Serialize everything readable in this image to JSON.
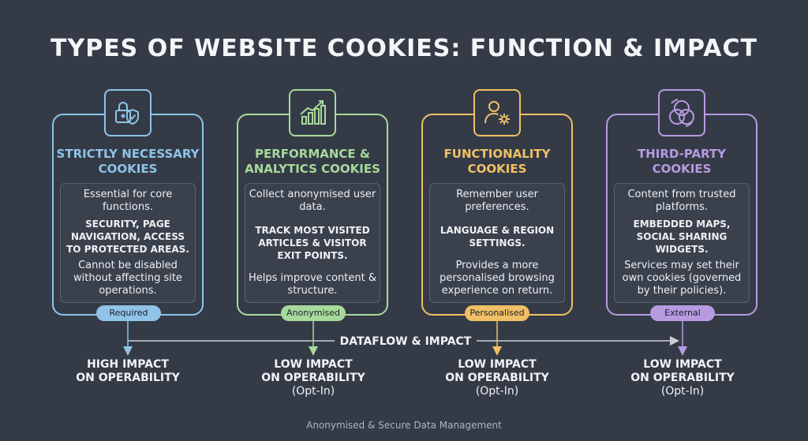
{
  "title": "TYPES OF WEBSITE COOKIES: FUNCTION & IMPACT",
  "dataflow_label": "DATAFLOW & IMPACT",
  "footer": "Anonymised & Secure Data Management",
  "colors": {
    "background": "#343b47",
    "strictly_necessary": "#8fc3e8",
    "performance": "#a7d99b",
    "functionality": "#f0c064",
    "third_party": "#b79ae0"
  },
  "cards": [
    {
      "icon": "lock-shield-icon",
      "title_line1": "STRICTLY NECESSARY",
      "title_line2": "COOKIES",
      "p1": "Essential for core functions.",
      "b1": "SECURITY, PAGE NAVIGATION, ACCESS TO PROTECTED AREAS.",
      "p2": "Cannot be disabled without affecting site operations.",
      "badge": "Required",
      "impact_line1": "HIGH IMPACT",
      "impact_line2": "ON OPERABILITY",
      "impact_line3": ""
    },
    {
      "icon": "bar-chart-trend-icon",
      "title_line1": "PERFORMANCE &",
      "title_line2": "ANALYTICS COOKIES",
      "p1": "Collect anonymised user data.",
      "b1": "TRACK MOST VISITED ARTICLES & VISITOR EXIT POINTS.",
      "p2": "Helps improve content & structure.",
      "badge": "Anonymised",
      "impact_line1": "LOW IMPACT",
      "impact_line2": "ON OPERABILITY",
      "impact_line3": "(Opt-In)"
    },
    {
      "icon": "user-gear-icon",
      "title_line1": "FUNCTIONALITY",
      "title_line2": "COOKIES",
      "p1": "Remember user preferences.",
      "b1": "LANGUAGE & REGION SETTINGS.",
      "p2": "Provides a more personalised browsing experience on return.",
      "badge": "Personalised",
      "impact_line1": "LOW IMPACT",
      "impact_line2": "ON OPERABILITY",
      "impact_line3": "(Opt-In)"
    },
    {
      "icon": "overlapping-circles-icon",
      "title_line1": "THIRD-PARTY",
      "title_line2": "COOKIES",
      "p1": "Content from trusted platforms.",
      "b1": "EMBEDDED MAPS, SOCIAL SHARING WIDGETS.",
      "p2": "Services may set their own cookies (governed by their policies).",
      "badge": "External",
      "impact_line1": "LOW IMPACT",
      "impact_line2": "ON OPERABILITY",
      "impact_line3": "(Opt-In)"
    }
  ]
}
